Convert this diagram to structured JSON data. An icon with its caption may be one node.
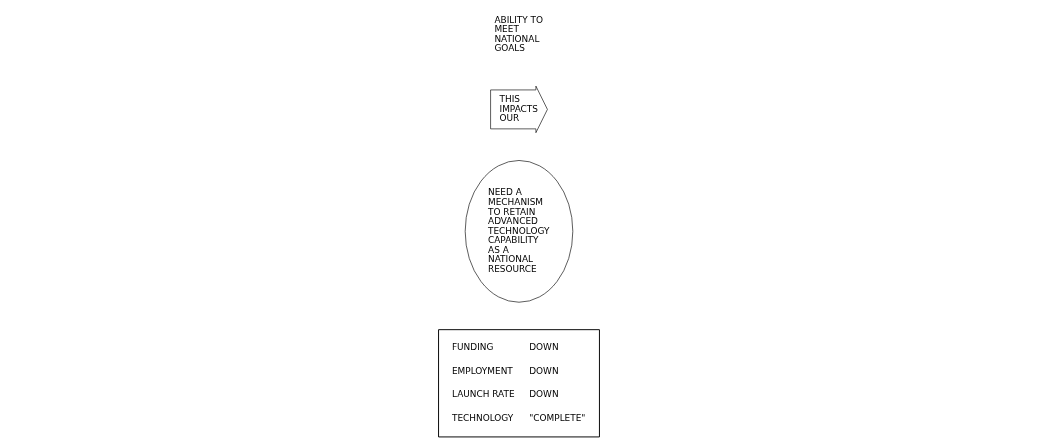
{
  "diagram": {
    "nodes": [
      {
        "text": [
          "FUNDING",
          "DOWN",
          "EMPLOYMENT",
          "DOWN",
          "LAUNCH RATE",
          "DOWN",
          "TECHNOLOGY",
          "\"COMPLETE\""
        ]
      },
      {
        "text": [
          "NEED A MECHANISM TO RETAIN ADVANCED TECHNOLOGY CAPABILITY AS A NATIONAL RESOURCE"
        ]
      },
      {
        "text": [
          "THIS IMPACTS OUR"
        ]
      },
      {
        "text": [
          "ABILITY TO MEET NATIONAL GOALS"
        ]
      }
    ]
  }
}
